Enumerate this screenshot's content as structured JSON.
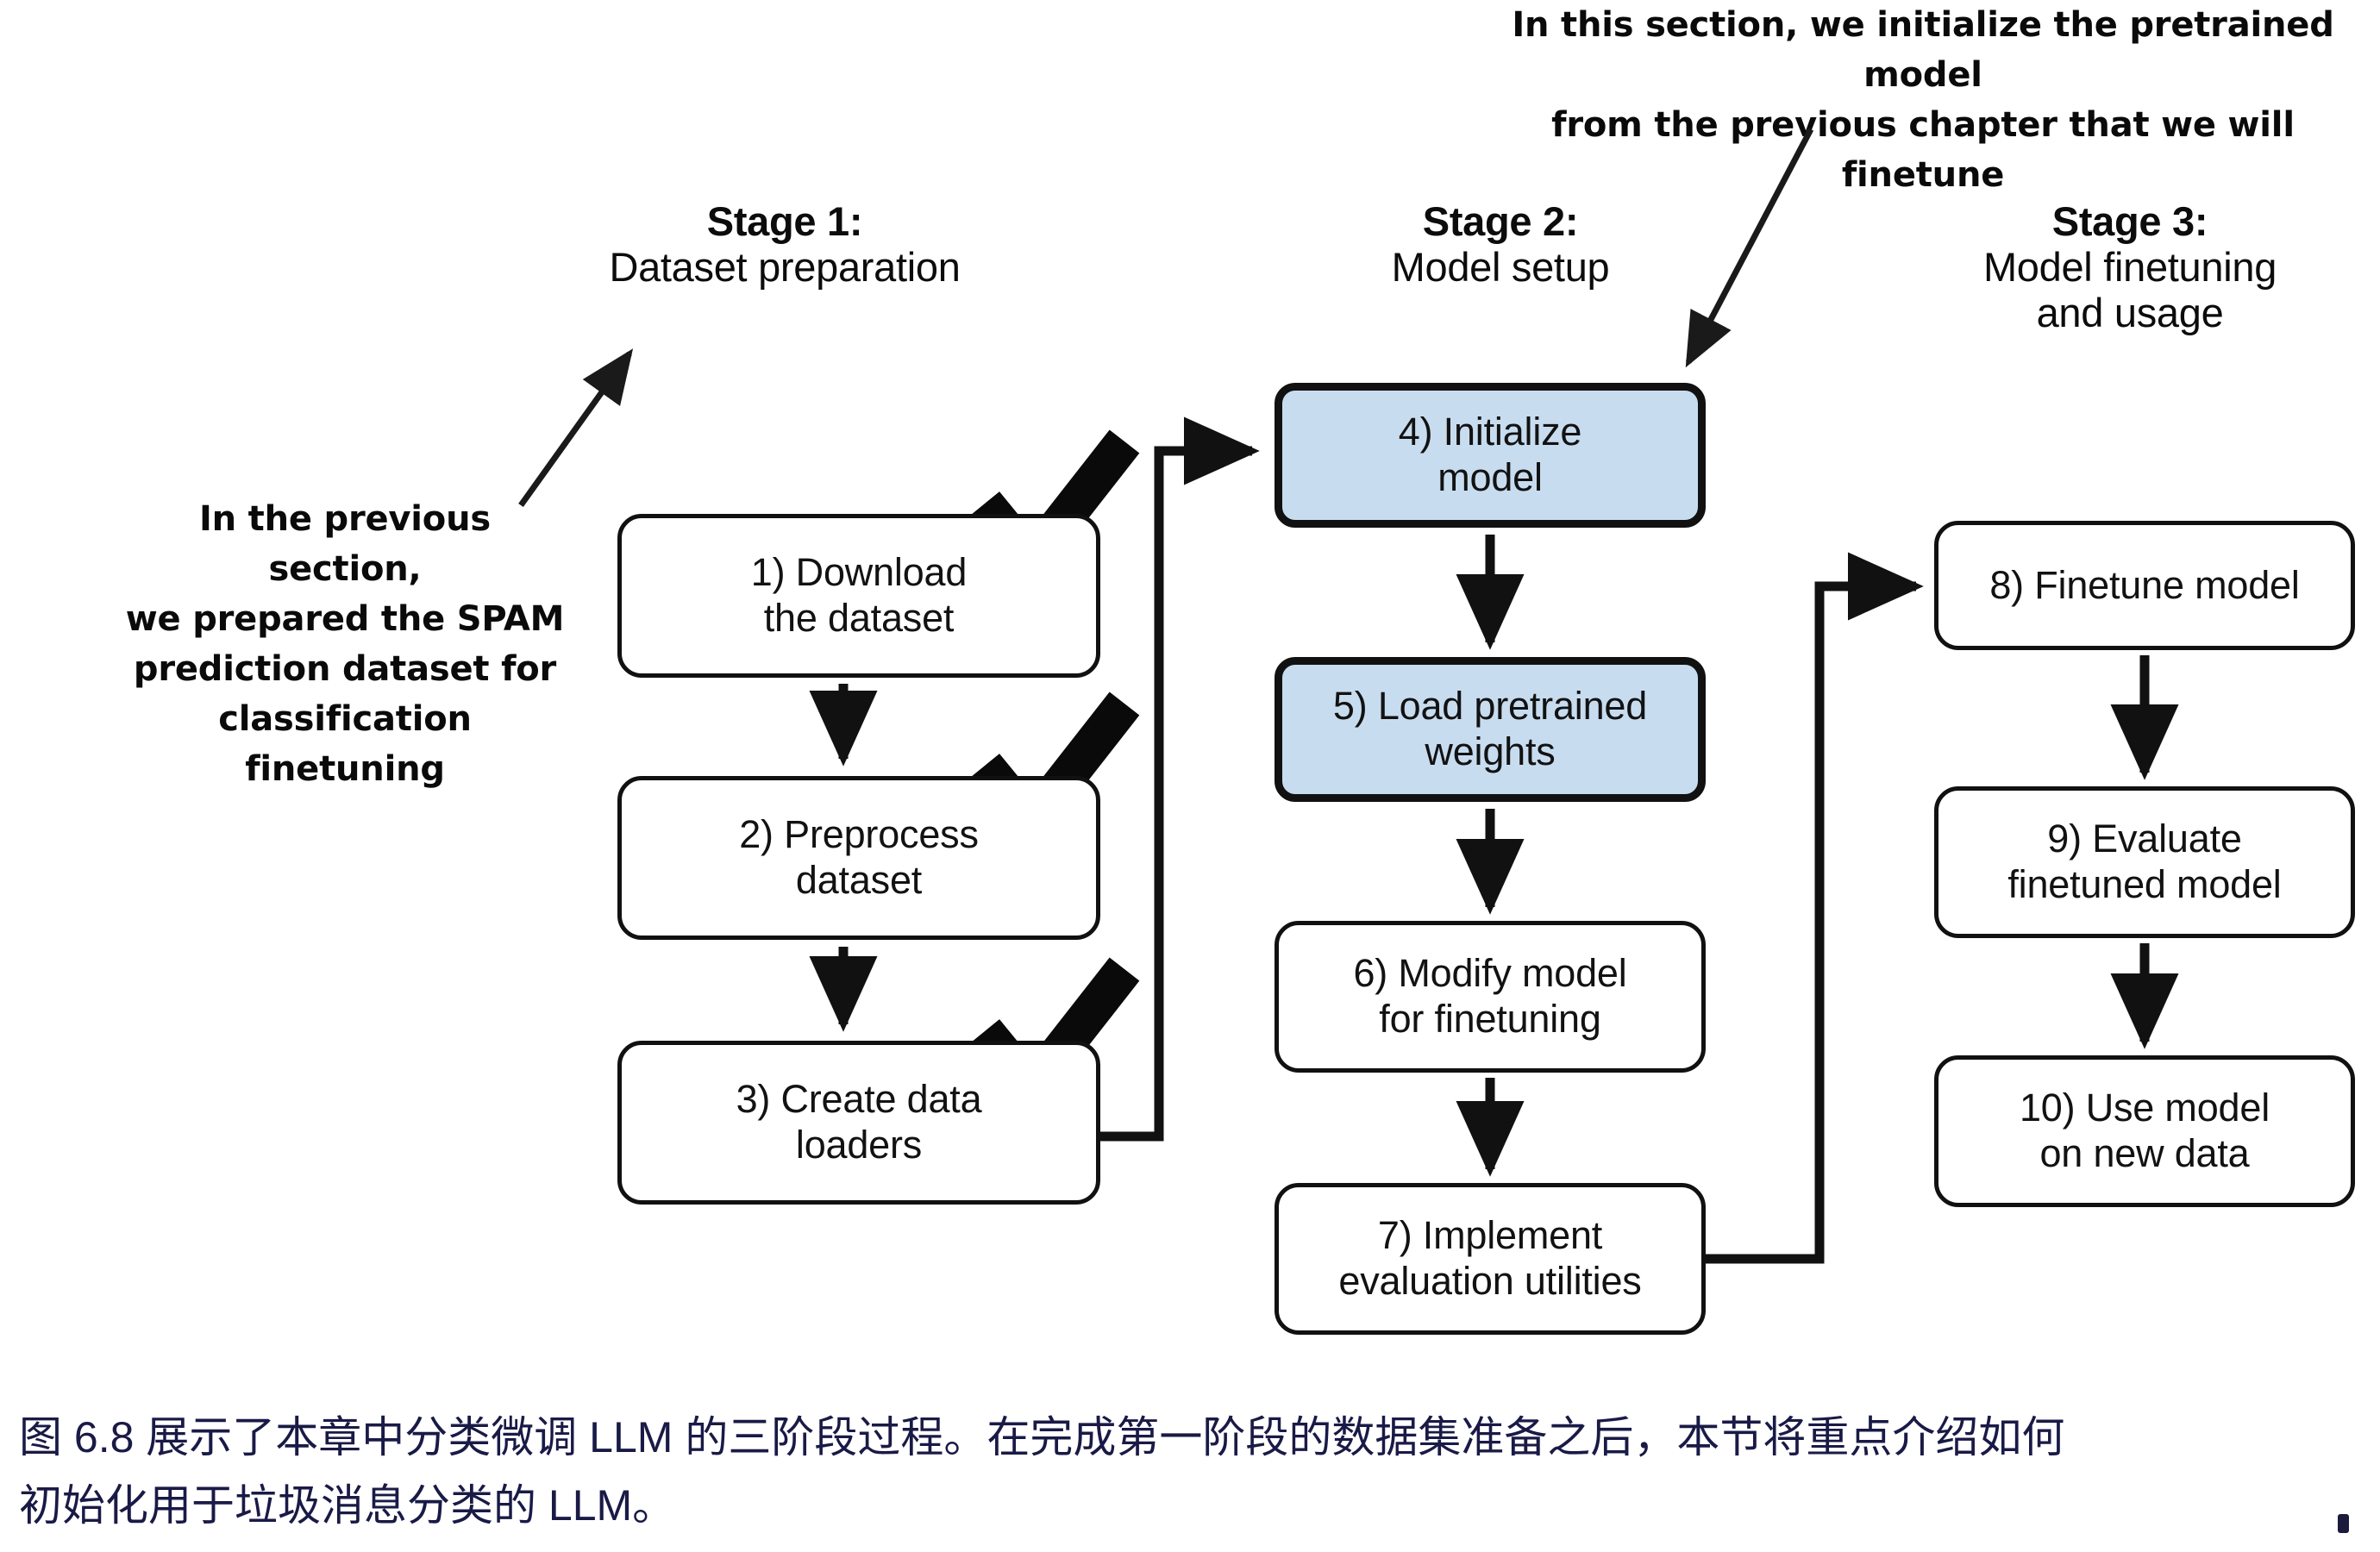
{
  "figure": {
    "stages": [
      {
        "title": "Stage 1:",
        "subtitle": "Dataset preparation"
      },
      {
        "title": "Stage 2:",
        "subtitle": "Model setup"
      },
      {
        "title": "Stage 3:",
        "subtitle": "Model finetuning\nand usage"
      }
    ],
    "stage3_sub_line1": "Model finetuning",
    "stage3_sub_line2": "and usage",
    "nodes": [
      {
        "id": 1,
        "line1": "1) Download",
        "line2": "the dataset",
        "highlighted": false,
        "checked": true,
        "stage": 1
      },
      {
        "id": 2,
        "line1": "2) Preprocess",
        "line2": "dataset",
        "highlighted": false,
        "checked": true,
        "stage": 1
      },
      {
        "id": 3,
        "line1": "3) Create data",
        "line2": "loaders",
        "highlighted": false,
        "checked": true,
        "stage": 1
      },
      {
        "id": 4,
        "line1": "4) Initialize",
        "line2": "model",
        "highlighted": true,
        "checked": false,
        "stage": 2
      },
      {
        "id": 5,
        "line1": "5) Load pretrained",
        "line2": "weights",
        "highlighted": true,
        "checked": false,
        "stage": 2
      },
      {
        "id": 6,
        "line1": "6) Modify model",
        "line2": "for finetuning",
        "highlighted": false,
        "checked": false,
        "stage": 2
      },
      {
        "id": 7,
        "line1": "7) Implement",
        "line2": "evaluation utilities",
        "highlighted": false,
        "checked": false,
        "stage": 2
      },
      {
        "id": 8,
        "line1": "8) Finetune model",
        "line2": "",
        "highlighted": false,
        "checked": false,
        "stage": 3
      },
      {
        "id": 9,
        "line1": "9) Evaluate",
        "line2": "finetuned model",
        "highlighted": false,
        "checked": false,
        "stage": 3
      },
      {
        "id": 10,
        "line1": "10) Use model",
        "line2": "on new data",
        "highlighted": false,
        "checked": false,
        "stage": 3
      }
    ],
    "annotations": {
      "left": [
        "In the previous section,",
        "we prepared the SPAM",
        "prediction dataset for",
        "classification finetuning"
      ],
      "right": [
        "In this section, we initialize the pretrained model",
        "from the previous chapter that we will finetune"
      ]
    },
    "colors": {
      "highlight_fill": "#c8dcf0",
      "stroke": "#111111",
      "caption_text": "#191a46",
      "background": "#ffffff"
    }
  },
  "caption": {
    "line1": "图 6.8 展示了本章中分类微调 LLM 的三阶段过程。在完成第一阶段的数据集准备之后，本节将重点介绍如何",
    "line2": "初始化用于垃圾消息分类的 LLM。"
  }
}
